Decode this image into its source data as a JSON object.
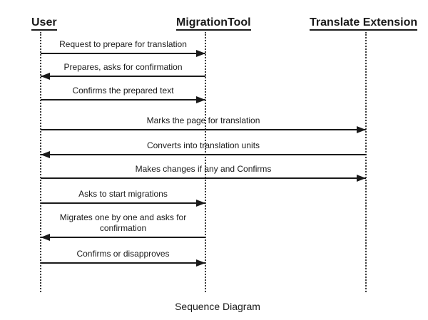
{
  "diagram": {
    "caption": "Sequence Diagram",
    "actors": [
      {
        "name": "User"
      },
      {
        "name": "MigrationTool"
      },
      {
        "name": "Translate Extension"
      }
    ],
    "messages": [
      {
        "label": "Request to prepare for translation",
        "from": "User",
        "to": "MigrationTool"
      },
      {
        "label": "Prepares, asks for confirmation",
        "from": "MigrationTool",
        "to": "User"
      },
      {
        "label": "Confirms the prepared text",
        "from": "User",
        "to": "MigrationTool"
      },
      {
        "label": "Marks the page for translation",
        "from": "User",
        "to": "Translate Extension"
      },
      {
        "label": "Converts into translation units",
        "from": "Translate Extension",
        "to": "User"
      },
      {
        "label": "Makes changes if any and Confirms",
        "from": "User",
        "to": "Translate Extension"
      },
      {
        "label": "Asks to start migrations",
        "from": "User",
        "to": "MigrationTool"
      },
      {
        "label": "Migrates one by one and asks for confirmation",
        "from": "MigrationTool",
        "to": "User"
      },
      {
        "label": "Confirms or disapproves",
        "from": "User",
        "to": "MigrationTool"
      }
    ],
    "colors": {
      "line": "#1a1a1a",
      "text": "#1a1a1a",
      "background": "#ffffff",
      "lifeline": "#3c3c3c"
    }
  }
}
